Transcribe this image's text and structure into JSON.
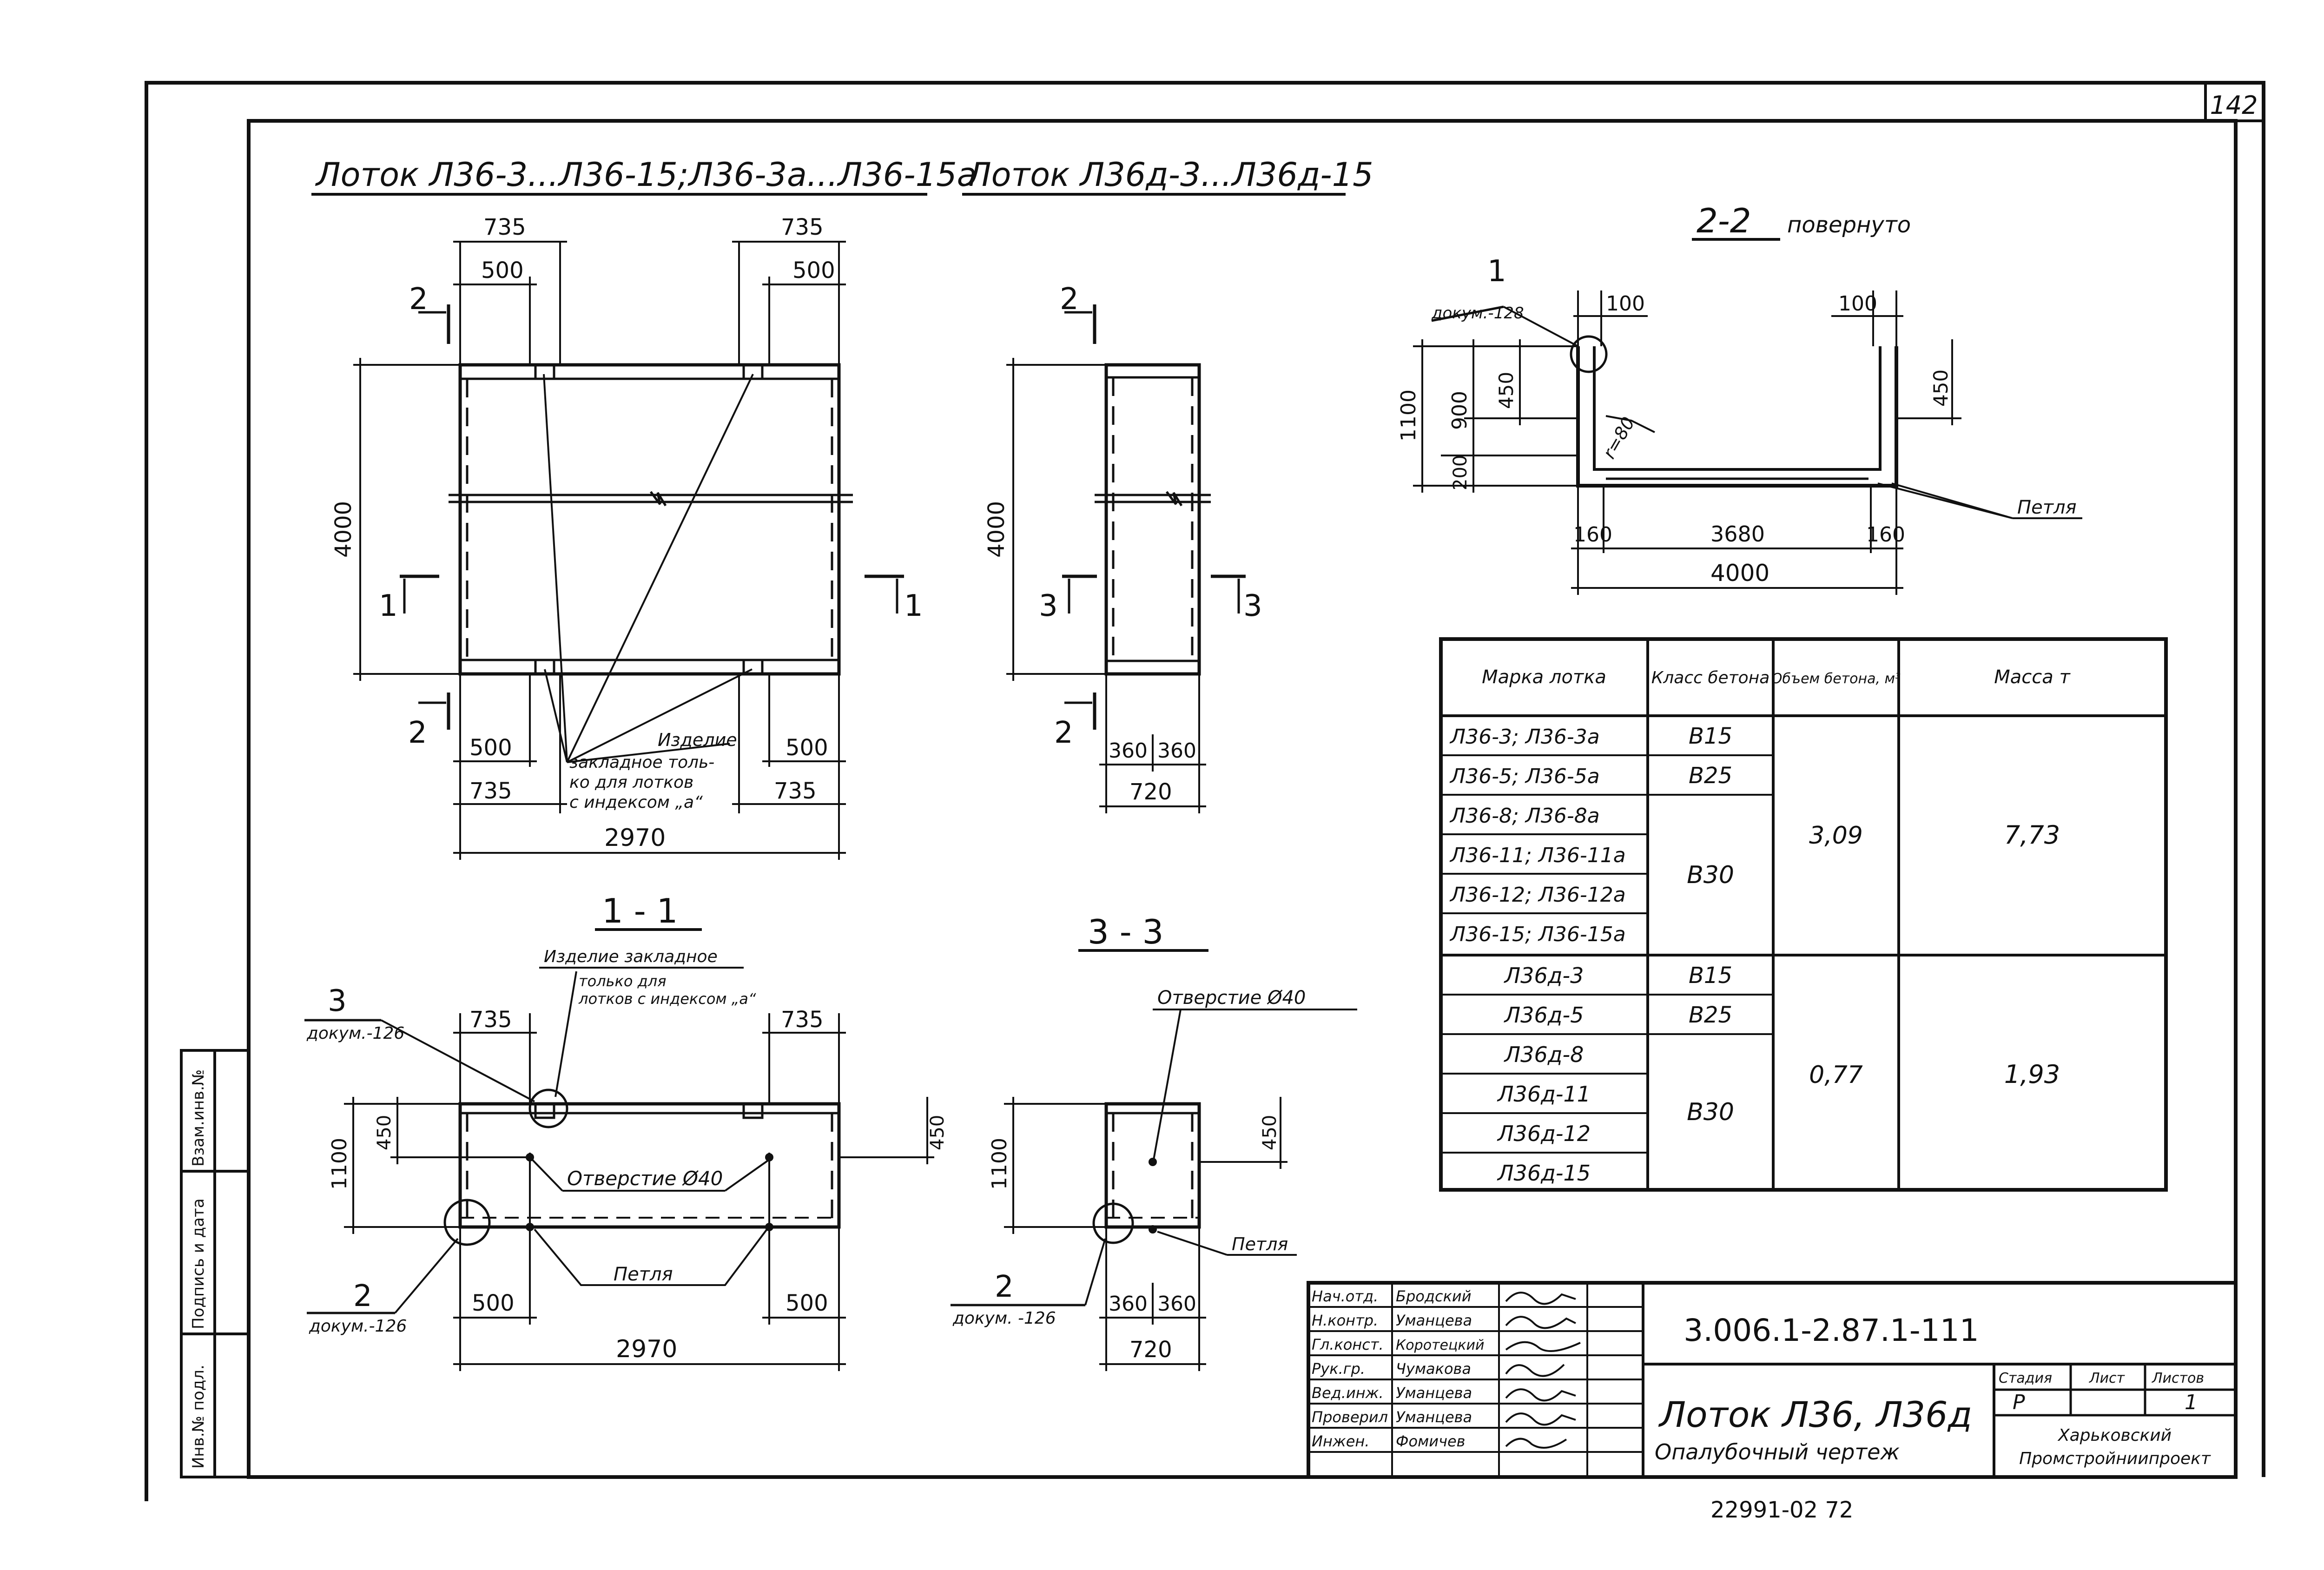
{
  "sheet": {
    "page_number": "142",
    "bottom_number": "22991-02   72"
  },
  "views": {
    "title_left": "Лоток Л36-3...Л36-15;Л36-3а...Л36-15а",
    "title_right": "Лоток Л36д-3...Л36д-15",
    "plan_dims": {
      "d735_l": "735",
      "d500_l": "500",
      "d735_r": "735",
      "d500_r": "500",
      "d4000": "4000",
      "b500_l": "500",
      "b735_l": "735",
      "b500_r": "500",
      "b735_r": "735",
      "total": "2970"
    },
    "plan_marks": {
      "m2_top": "2",
      "m2_bot": "2",
      "m1_l": "1",
      "m1_r": "1"
    },
    "plan_note": [
      "Изделие",
      "закладное толь-",
      "ко для лотков",
      "с индексом „а“"
    ],
    "side_dims": {
      "d4000": "4000",
      "d360_l": "360",
      "d360_r": "360",
      "d720": "720"
    },
    "side_marks": {
      "m2_top": "2",
      "m2_bot": "2",
      "m3_l": "3",
      "m3_r": "3"
    },
    "section22": {
      "title": "2-2",
      "subtitle": "повернуто",
      "callout_num": "1",
      "callout_doc": "докум.-128",
      "d100_l": "100",
      "d100_r": "100",
      "d450_l": "450",
      "d450_r": "450",
      "d900": "900",
      "d1100": "1100",
      "d200": "200",
      "r": "r=80",
      "d160_l": "160",
      "d3680": "3680",
      "d160_r": "160",
      "d4000": "4000",
      "loop": "Петля"
    },
    "section11": {
      "title": "1 - 1",
      "note_head": "Изделие закладное",
      "note_lines": [
        "только для",
        "лотков с индексом „а“"
      ],
      "callout3_num": "3",
      "callout3_doc": "докум.-126",
      "callout2_num": "2",
      "callout2_doc": "докум.-126",
      "d735_l": "735",
      "d735_r": "735",
      "d450_l": "450",
      "d450_r": "450",
      "d1100": "1100",
      "hole": "Отверстие Ø40",
      "loop": "Петля",
      "d500_l": "500",
      "d500_r": "500",
      "total": "2970"
    },
    "section33": {
      "title": "3 - 3",
      "hole": "Отверстие Ø40",
      "d1100": "1100",
      "d450": "450",
      "loop": "Петля",
      "callout2_num": "2",
      "callout2_doc": "докум. -126",
      "d360_l": "360",
      "d360_r": "360",
      "d720": "720"
    }
  },
  "spec_table": {
    "headers": [
      "Марка лотка",
      "Класс бетона",
      "Объем бетона, м³",
      "Масса т"
    ],
    "rows": [
      "Л36-3; Л36-3а",
      "Л36-5; Л36-5а",
      "Л36-8; Л36-8а",
      "Л36-11; Л36-11а",
      "Л36-12; Л36-12а",
      "Л36-15; Л36-15а",
      "Л36д-3",
      "Л36д-5",
      "Л36д-8",
      "Л36д-11",
      "Л36д-12",
      "Л36д-15"
    ],
    "classes": [
      "B15",
      "B25",
      "B30",
      "B15",
      "B25",
      "B30"
    ],
    "volumes": [
      "3,09",
      "0,77"
    ],
    "masses": [
      "7,73",
      "1,93"
    ]
  },
  "stamp": {
    "doc_code": "3.006.1-2.87.1-111",
    "roles": [
      "Нач.отд.",
      "Н.контр.",
      "Гл.конст.",
      "Рук.гр.",
      "Вед.инж.",
      "Проверил",
      "Инжен."
    ],
    "names": [
      "Бродский",
      "Уманцева",
      "Коротецкий",
      "Чумакова",
      "Уманцева",
      "Уманцева",
      "Фомичев"
    ],
    "title_main": "Лоток Л36, Л36д",
    "title_sub": "Опалубочный чертеж",
    "stage_hdr": "Стадия",
    "sheet_hdr": "Лист",
    "sheets_hdr": "Листов",
    "stage": "Р",
    "sheet": "",
    "sheets": "1",
    "org": [
      "Харьковский",
      "Промстройниипроект"
    ]
  },
  "side_stamp": [
    "Инв.№ подл.",
    "Подпись и дата",
    "Взам.инв.№"
  ]
}
